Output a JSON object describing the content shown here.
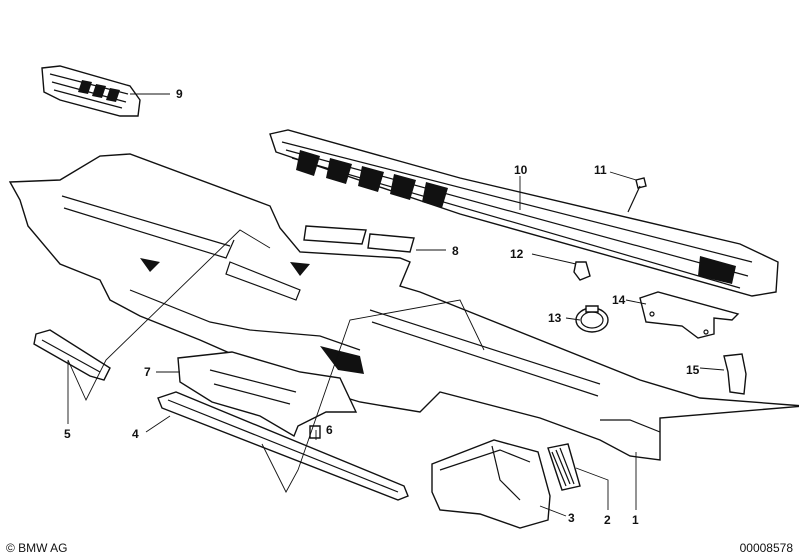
{
  "labels": [
    "1",
    "2",
    "3",
    "4",
    "5",
    "6",
    "7",
    "8",
    "9",
    "10",
    "11",
    "12",
    "13",
    "14",
    "15"
  ],
  "footer": {
    "copyright": "© BMW AG",
    "code": "00008578"
  }
}
